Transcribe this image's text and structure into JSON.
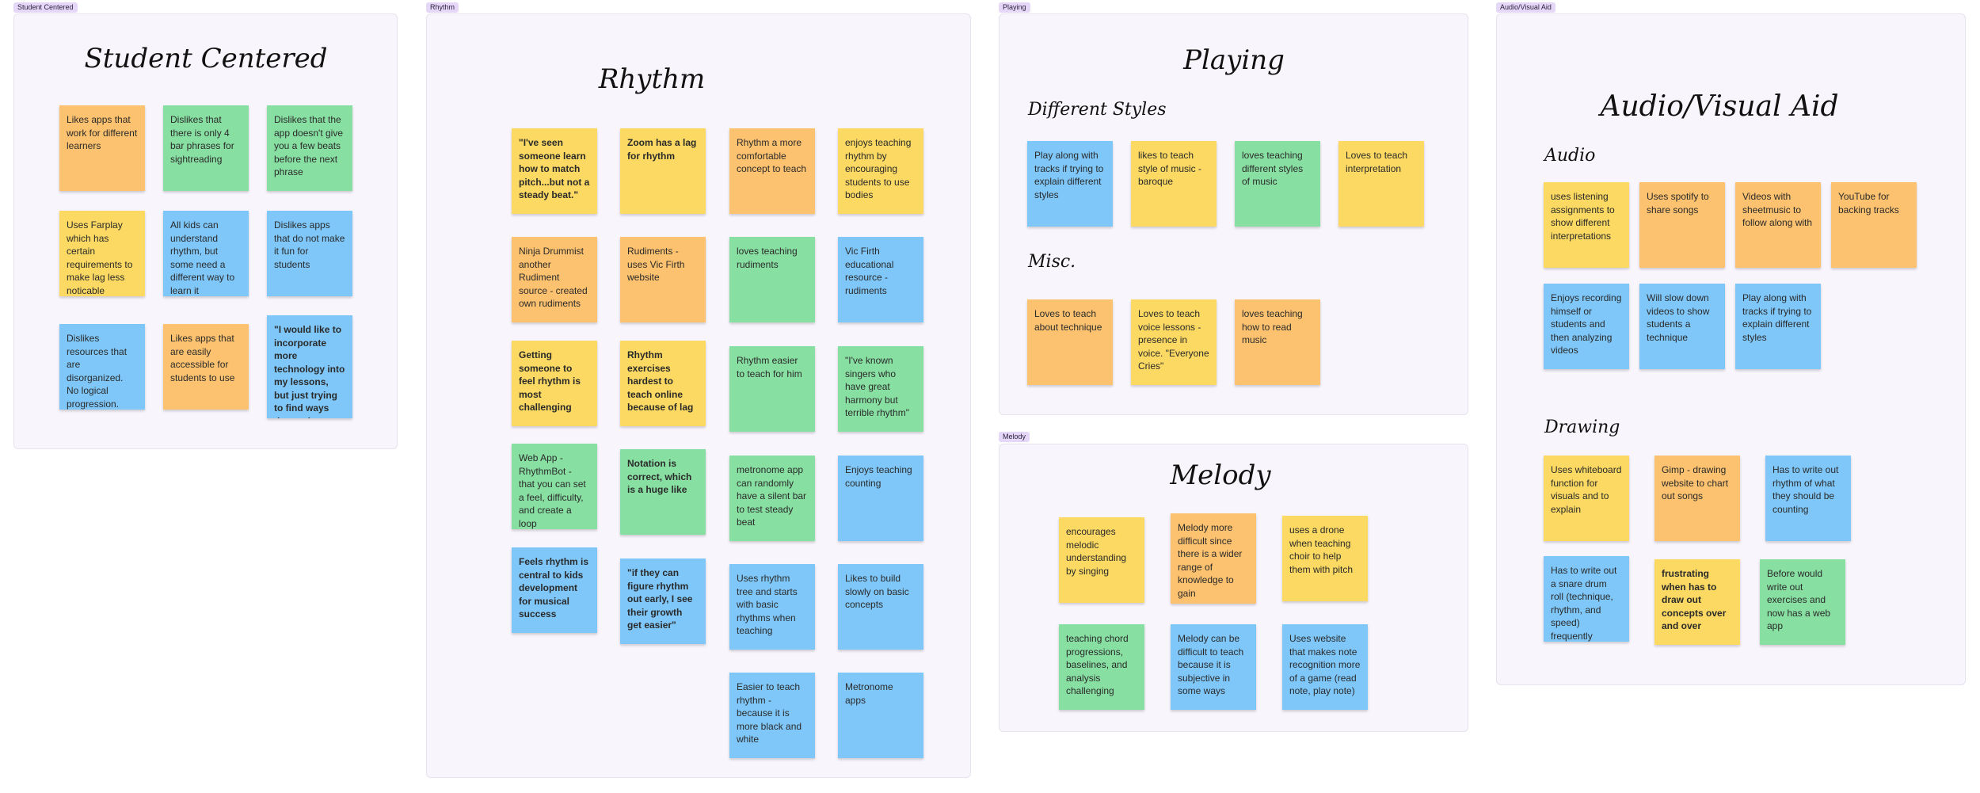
{
  "frames": {
    "student_centered": {
      "tag": "Student Centered",
      "title": "Student Centered",
      "notes": [
        "Likes apps that work for different learners",
        "Dislikes that there is only 4 bar phrases for sightreading",
        "Dislikes that the app doesn't give you a few beats before the next phrase",
        "Uses Farplay which has certain requirements to make lag less noticable",
        "All kids can understand rhythm, but some need a different way to learn it",
        "Dislikes apps that do not make it fun for students",
        "Dislikes resources that are disorganized. No logical progression.",
        "Likes apps that are easily accessible for students to use",
        "\"I would like to incorporate more technology into my lessons, but just trying to find ways that make sense.\""
      ]
    },
    "rhythm": {
      "tag": "Rhythm",
      "title": "Rhythm",
      "notes": [
        "\"I've seen someone learn how to match pitch...but not a steady beat.\"",
        "Zoom has a lag for rhythm",
        "Rhythm a more comfortable concept to teach",
        "enjoys teaching rhythm by encouraging students to use bodies",
        "Ninja Drummist another Rudiment source - created own rudiments",
        "Rudiments - uses Vic Firth website",
        "loves teaching rudiments",
        "Vic Firth educational resource - rudiments",
        "Getting someone to feel rhythm is most challenging",
        "Rhythm exercises hardest to teach online because of lag",
        "Rhythm easier to teach for him",
        "\"I've known singers who have great harmony but terrible rhythm\"",
        "Web App - RhythmBot - that you can set a feel, difficulty, and create a loop",
        "Notation is correct, which is a huge like",
        "metronome app can randomly have a silent bar to test steady beat",
        "Enjoys teaching counting",
        "Feels rhythm is central to kids development for musical success",
        "\"if they can figure rhythm out early, I see their growth get easier\"",
        "Uses rhythm tree and starts with basic rhythms when teaching",
        "Likes to build slowly on basic concepts",
        "Easier to teach rhythm - because it is more black and white",
        "Metronome apps"
      ]
    },
    "playing": {
      "tag": "Playing",
      "title": "Playing",
      "different_styles_label": "Different Styles",
      "misc_label": "Misc.",
      "notes": [
        "Play along with tracks if trying to explain different styles",
        "likes to teach style of music - baroque",
        "loves teaching different styles of music",
        "Loves to teach interpretation",
        "Loves to teach about technique",
        "Loves to teach voice lessons - presence in voice. \"Everyone Cries\"",
        "loves teaching how to read music"
      ]
    },
    "melody": {
      "tag": "Melody",
      "title": "Melody",
      "notes": [
        "encourages melodic understanding by singing",
        "Melody more difficult since there is a wider range of knowledge to gain",
        "uses a drone when teaching choir to help them with pitch",
        "teaching chord progressions, baselines, and analysis challenging",
        "Melody can be difficult to teach because it is subjective in some ways",
        "Uses website that makes note recognition more of a game (read note, play note)"
      ]
    },
    "audio_visual": {
      "tag": "Audio/Visual Aid",
      "title": "Audio/Visual Aid",
      "audio_label": "Audio",
      "drawing_label": "Drawing",
      "notes": [
        "uses listening assignments to show different interpretations",
        "Uses spotify to share songs",
        "Videos with sheetmusic to follow along with",
        "YouTube for backing tracks",
        "Enjoys recording himself or students and then analyzing videos",
        "Will slow down videos to show students a technique",
        "Play along with tracks if trying to explain different styles",
        "Uses whiteboard function for visuals and to explain",
        "Gimp - drawing website to chart out songs",
        "Has to write out rhythm of what they should be counting",
        "Has to write out a snare drum roll (technique, rhythm, and speed) frequently",
        "frustrating when has to draw out concepts over and over",
        "Before would write out exercises and now has a web app"
      ]
    }
  },
  "colors": {
    "yellow": "#fbd962",
    "orange": "#fdc26f",
    "green": "#88dfa2",
    "blue": "#7fc7f9",
    "frame_tag": "#e4d7f7",
    "frame_bg": "#f8f6fc"
  }
}
